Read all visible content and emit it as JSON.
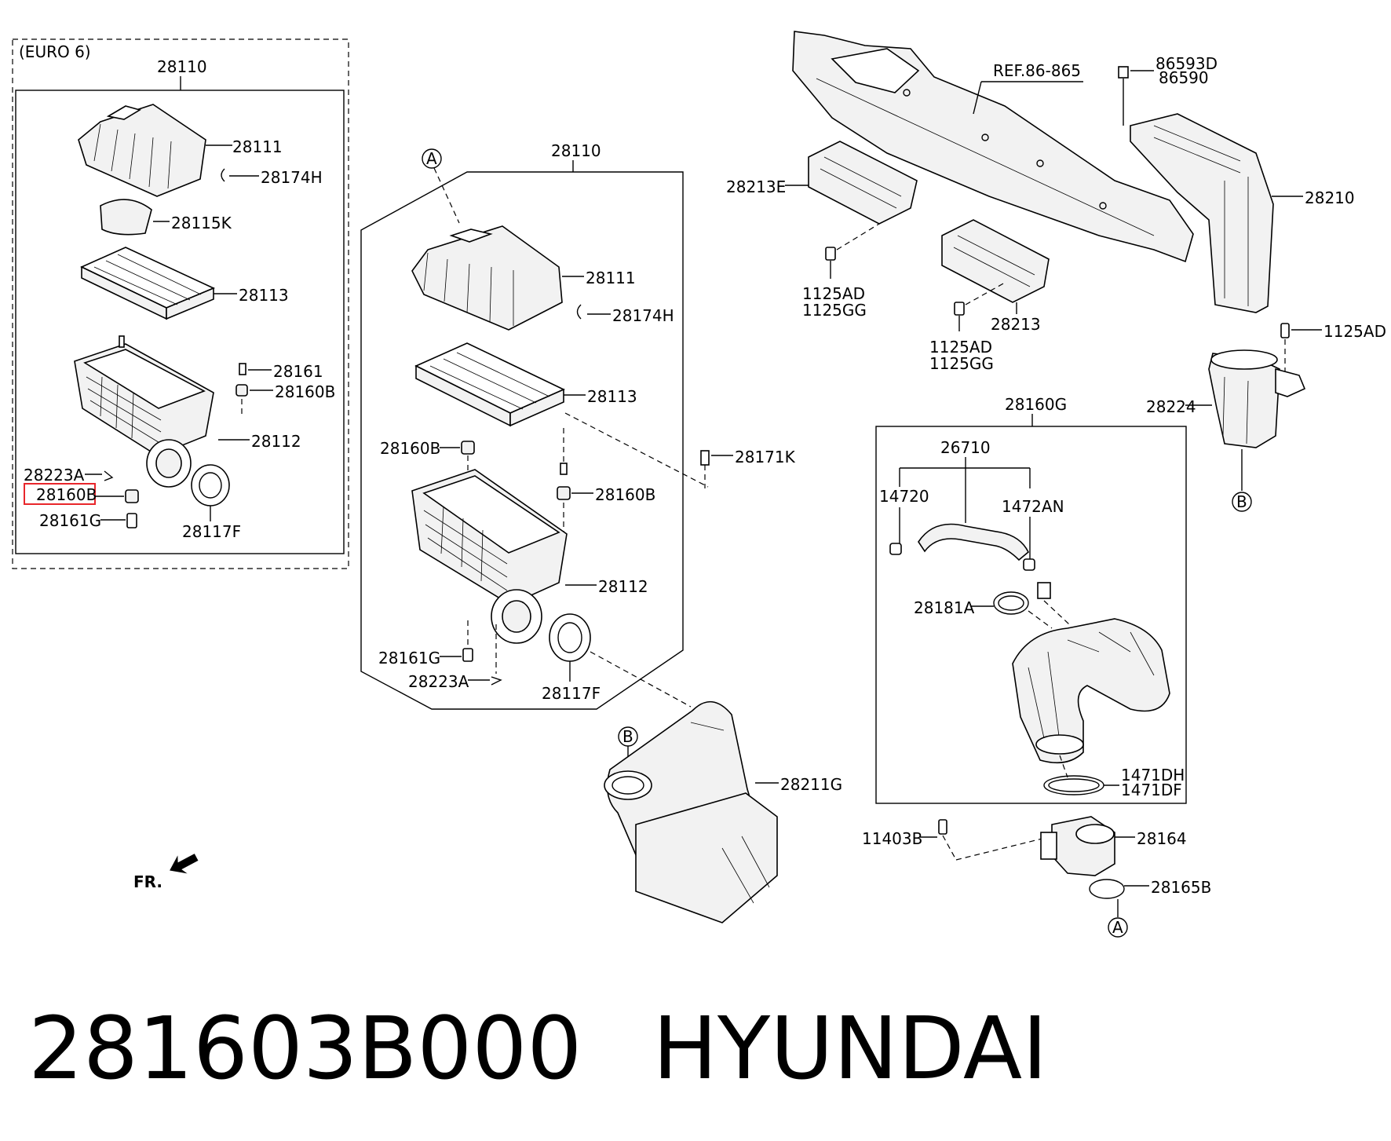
{
  "caption": {
    "part_number": "281603B000",
    "brand": "HYUNDAI"
  },
  "variant_label": "(EURO 6)",
  "callouts": {
    "euro6_28110": "28110",
    "euro6_28111": "28111",
    "euro6_28174H": "28174H",
    "euro6_28115K": "28115K",
    "euro6_28113": "28113",
    "euro6_28161": "28161",
    "euro6_28160B": "28160B",
    "euro6_28112": "28112",
    "euro6_28223A": "28223A",
    "euro6_28160B_highlight": "28160B",
    "euro6_28161G": "28161G",
    "euro6_28117F": "28117F",
    "main_28110": "28110",
    "main_28111": "28111",
    "main_28174H": "28174H",
    "main_28113": "28113",
    "main_28160B_top": "28160B",
    "main_28160B": "28160B",
    "main_28112": "28112",
    "main_28161G": "28161G",
    "main_28223A": "28223A",
    "main_28117F": "28117F",
    "c_28171K": "28171K",
    "c_28211G": "28211G",
    "c_ref": "REF.86-865",
    "c_86593D": "86593D",
    "c_86590": "86590",
    "c_28213E": "28213E",
    "c_28210": "28210",
    "c_1125AD_a": "1125AD",
    "c_1125GG_a": "1125GG",
    "c_28213": "28213",
    "c_1125AD_b": "1125AD",
    "c_1125GG_b": "1125GG",
    "c_1125AD_c": "1125AD",
    "c_28224": "28224",
    "c_28160G": "28160G",
    "c_26710": "26710",
    "c_14720": "14720",
    "c_1472AN": "1472AN",
    "c_28181A": "28181A",
    "c_1471DH": "1471DH",
    "c_1471DF": "1471DF",
    "c_11403B": "11403B",
    "c_28164": "28164",
    "c_28165B": "28165B",
    "fr_label": "FR."
  },
  "markers": {
    "a_top": "A",
    "b_mid": "B",
    "b_right": "B",
    "a_bottom": "A"
  },
  "colors": {
    "highlight": "#e8262b",
    "ink": "#000000",
    "background": "#ffffff"
  }
}
